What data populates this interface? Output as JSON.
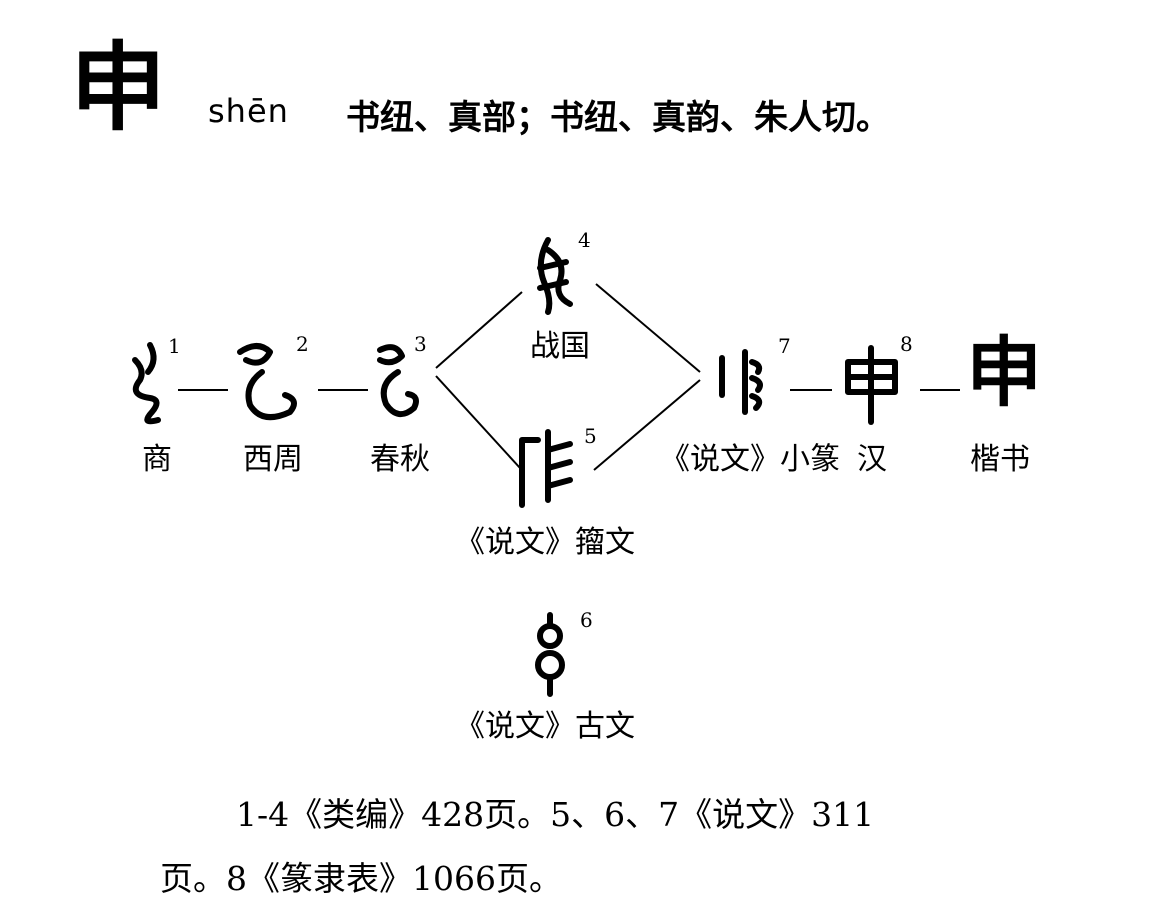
{
  "entry": {
    "character": "申",
    "pinyin": "shēn",
    "reading": "书纽、真部；书纽、真韵、朱人切。"
  },
  "forms": [
    {
      "num": "1",
      "label": "商",
      "glyph": "shang-bone-script-shen-glyph"
    },
    {
      "num": "2",
      "label": "西周",
      "glyph": "western-zhou-bronze-shen-glyph"
    },
    {
      "num": "3",
      "label": "春秋",
      "glyph": "spring-autumn-shen-glyph"
    },
    {
      "num": "4",
      "label": "战国",
      "glyph": "warring-states-shen-glyph"
    },
    {
      "num": "5",
      "label": "《说文》籀文",
      "glyph": "shuowen-zhouwen-shen-glyph"
    },
    {
      "num": "6",
      "label": "《说文》古文",
      "glyph": "shuowen-guwen-shen-glyph"
    },
    {
      "num": "7",
      "label": "《说文》小篆",
      "glyph": "shuowen-small-seal-shen-glyph"
    },
    {
      "num": "8",
      "label": "汉",
      "glyph": "han-clerical-shen-glyph"
    },
    {
      "num": "",
      "label": "楷书",
      "glyph": "regular-script-shen-glyph",
      "char": "申"
    }
  ],
  "sources": {
    "line1": "1-4《类编》428页。5、6、7《说文》311",
    "line2": "页。8《篆隶表》1066页。"
  }
}
